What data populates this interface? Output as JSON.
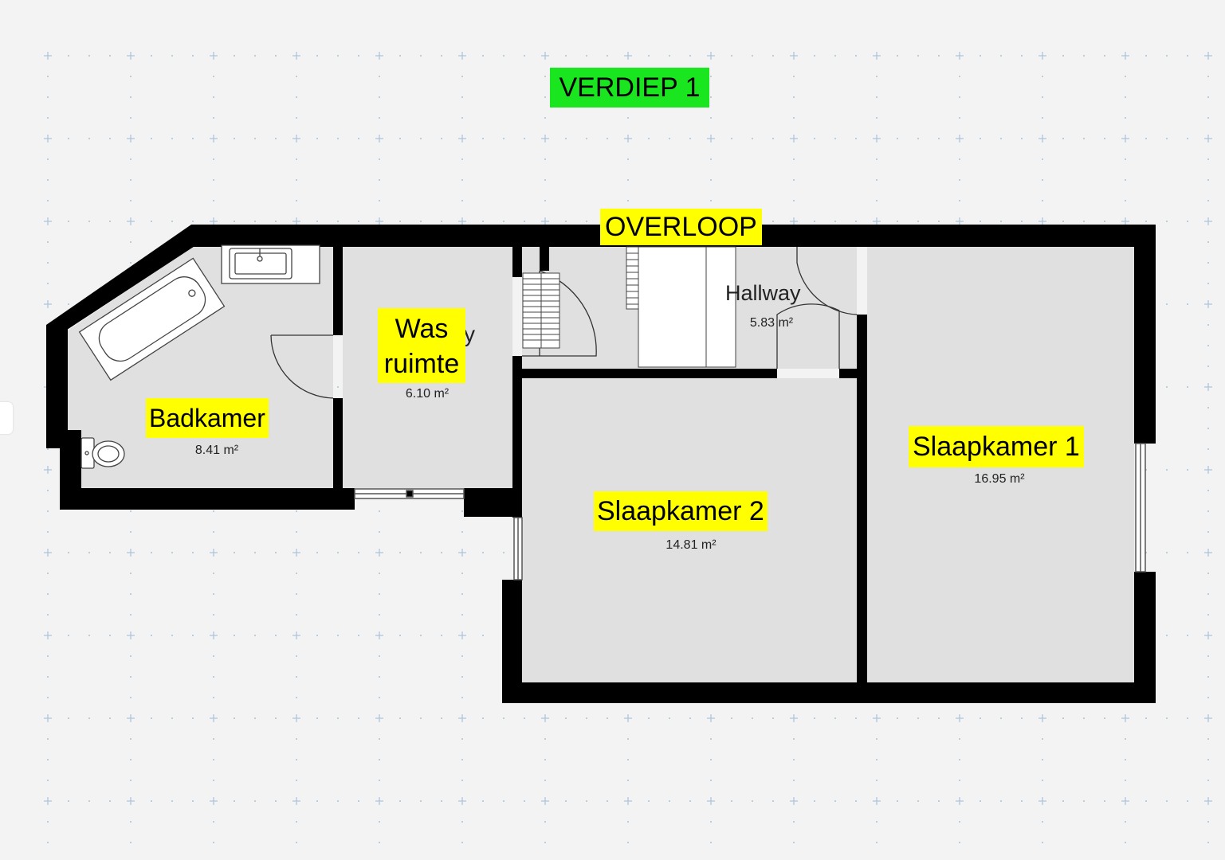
{
  "floor_title": "VERDIEP 1",
  "landing_label": "OVERLOOP",
  "rooms": {
    "bathroom": {
      "label": "Badkamer",
      "area": "8.41 m²"
    },
    "laundry": {
      "label_line1": "Was",
      "label_line2": "ruimte",
      "area": "6.10 m²",
      "hidden_suffix": "y"
    },
    "hallway": {
      "label": "Hallway",
      "area": "5.83 m²"
    },
    "bedroom2": {
      "label": "Slaapkamer 2",
      "area": "14.81 m²"
    },
    "bedroom1": {
      "label": "Slaapkamer 1",
      "area": "16.95 m²"
    }
  },
  "colors": {
    "background": "#f3f3f4",
    "wall": "#000000",
    "floor": "#e0e0e0",
    "highlight_yellow": "#ffff00",
    "highlight_green": "#19e61e",
    "grid_marker": "#a9c3d9"
  }
}
